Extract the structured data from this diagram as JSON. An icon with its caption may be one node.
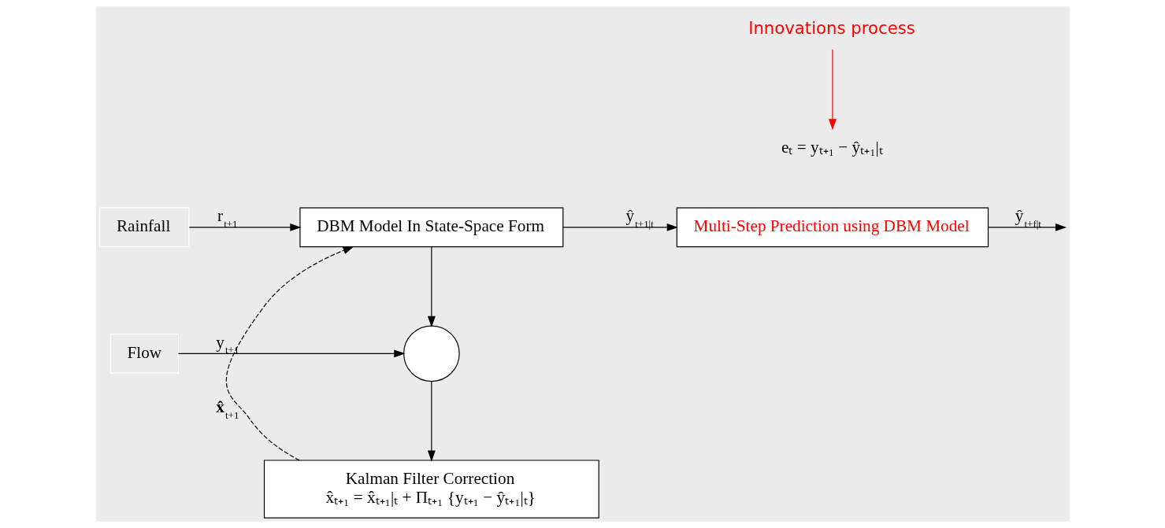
{
  "diagram": {
    "nodes": [
      {
        "text": [
          "Rainfall"
        ]
      },
      {
        "text": [
          "DBM Model In State-Space Form"
        ]
      },
      {
        "text": [
          "Multi-Step Prediction using DBM Model"
        ]
      },
      {
        "text": [],
        "shape": "circle"
      },
      {
        "text": [
          "Flow"
        ]
      },
      {
        "text": [
          "Kalman Filter Correction",
          "x̂ₜ₊₁ = x̂ₜ₊₁|ₜ + Πₜ₊₁ {yₜ₊₁ − ŷₜ₊₁|ₜ}"
        ]
      },
      {
        "text": [
          "Innovations process"
        ]
      },
      {
        "text": [
          "eₜ = yₜ₊₁ − ŷₜ₊₁|ₜ"
        ]
      }
    ],
    "edges": [
      {
        "from": 0,
        "to": 1,
        "arrow": "to",
        "label": "r$_{t+1}$"
      },
      {
        "from": 1,
        "to": 2,
        "arrow": "to",
        "label": "ŷ$_{t+1|t}$"
      },
      {
        "from": 1,
        "to": 3,
        "arrow": "to"
      },
      {
        "from": 2,
        "to": null,
        "arrow": "to",
        "label": "ŷ$_{t+f|t}$"
      },
      {
        "from": 4,
        "to": 3,
        "arrow": "to",
        "label": "y$_{t+1}$"
      },
      {
        "from": 3,
        "to": 5,
        "arrow": "to"
      },
      {
        "from": 5,
        "to": 1,
        "arrow": "to",
        "style": "dashed",
        "label": "**x̂**$_{t+1}$"
      },
      {
        "from": 6,
        "to": 7,
        "arrow": "to",
        "color": "#ff0000"
      }
    ]
  }
}
